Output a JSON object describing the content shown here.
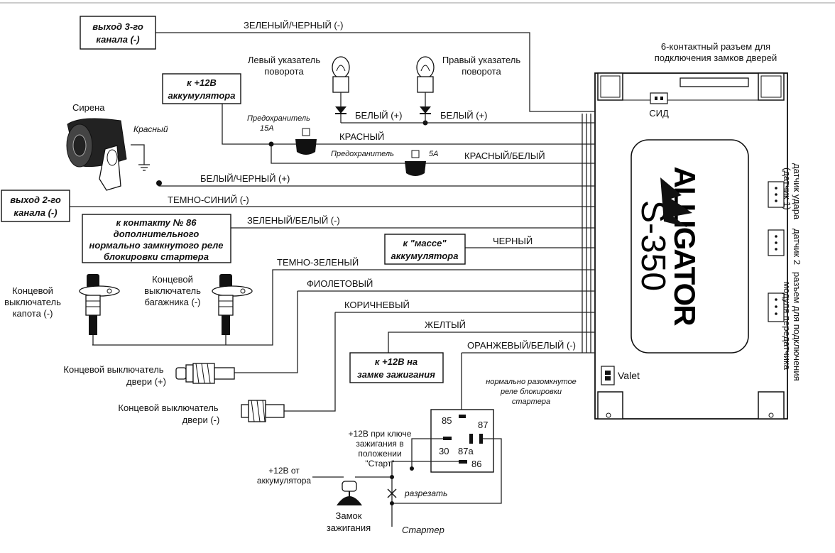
{
  "boxes": {
    "ch3": [
      "выход 3-го",
      "канала (-)"
    ],
    "bat12": [
      "к +12В",
      "аккумулятора"
    ],
    "ch2": [
      "выход 2-го",
      "канала (-)"
    ],
    "pin86": [
      "к  контакту № 86",
      "дополнительного",
      "нормально замкнутого реле",
      "блокировки стартера"
    ],
    "ground": [
      "к  \"массе\"",
      "аккумулятора"
    ],
    "ign": [
      "к +12В на",
      "замке зажигания"
    ]
  },
  "wires": {
    "green_black": "ЗЕЛЕНЫЙ/ЧЕРНЫЙ (-)",
    "white1": "БЕЛЫЙ (+)",
    "white2": "БЕЛЫЙ (+)",
    "red": "КРАСНЫЙ",
    "red_white": "КРАСНЫЙ/БЕЛЫЙ",
    "white_black": "БЕЛЫЙ/ЧЕРНЫЙ (+)",
    "dark_blue": "ТЕМНО-СИНИЙ (-)",
    "green_white": "ЗЕЛЕНЫЙ/БЕЛЫЙ (-)",
    "black": "ЧЕРНЫЙ",
    "dark_green": "ТЕМНО-ЗЕЛЕНЫЙ",
    "violet": "ФИОЛЕТОВЫЙ",
    "brown": "КОРИЧНЕВЫЙ",
    "yellow": "ЖЕЛТЫЙ",
    "orange_white": "ОРАНЖЕВЫЙ/БЕЛЫЙ (-)"
  },
  "labels": {
    "left_turn": [
      "Левый указатель",
      "поворота"
    ],
    "right_turn": [
      "Правый указатель",
      "поворота"
    ],
    "siren": "Сирена",
    "siren_red": "Красный",
    "fuse15_title": "Предохранитель",
    "fuse15_val": "15A",
    "fuse5_title": "Предохранитель",
    "fuse5_val": "5A",
    "hood_switch": [
      "Концевой",
      "выключатель",
      "капота (-)"
    ],
    "trunk_switch": [
      "Концевой",
      "выключатель",
      "багажника (-)"
    ],
    "door_plus": [
      "Концевой выключатель",
      "двери (+)"
    ],
    "door_minus": [
      "Концевой выключатель",
      "двери (-)"
    ],
    "door_lock_conn": [
      "6-контактный разъем для",
      "подключения замков дверей"
    ],
    "led": "СИД",
    "valet": "Valet",
    "shock1": [
      "датчик удара",
      "(датчик 1)"
    ],
    "sensor2": "датчик 2",
    "tx_conn": [
      "разъем для подключения",
      "модуля передатчика"
    ],
    "relay_title": [
      "нормально разомкнутое",
      "реле блокировки",
      "стартера"
    ],
    "relay_85": "85",
    "relay_87": "87",
    "relay_30": "30",
    "relay_87a": "87a",
    "relay_86": "86",
    "ign_start": [
      "+12В при ключе",
      "зажигания в",
      "положении",
      "\"Старт\""
    ],
    "bat_plus": [
      "+12В от",
      "аккумулятора"
    ],
    "ign_switch": [
      "Замок",
      "зажигания"
    ],
    "cut": "разрезать",
    "starter": "Стартер"
  },
  "logo": {
    "brand": "ALLIGATOR",
    "model": "S-350"
  }
}
